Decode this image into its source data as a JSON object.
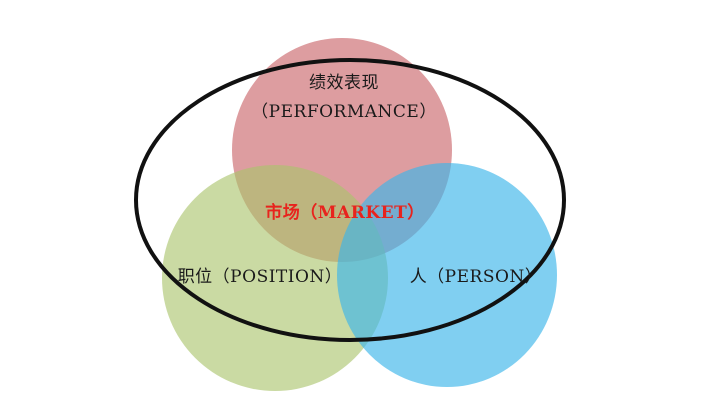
{
  "diagram": {
    "circles": {
      "performance": {
        "line1": "绩效表现",
        "line2": "（PERFORMANCE）",
        "color": "#cd6f73"
      },
      "position": {
        "label": "职位（POSITION）",
        "color": "#a9c46b"
      },
      "person": {
        "label": "人（PERSON）",
        "color": "#3cb6ea"
      }
    },
    "center": {
      "label": "市场（MARKET）",
      "color": "#e8231d"
    },
    "outline_color": "#111111"
  }
}
